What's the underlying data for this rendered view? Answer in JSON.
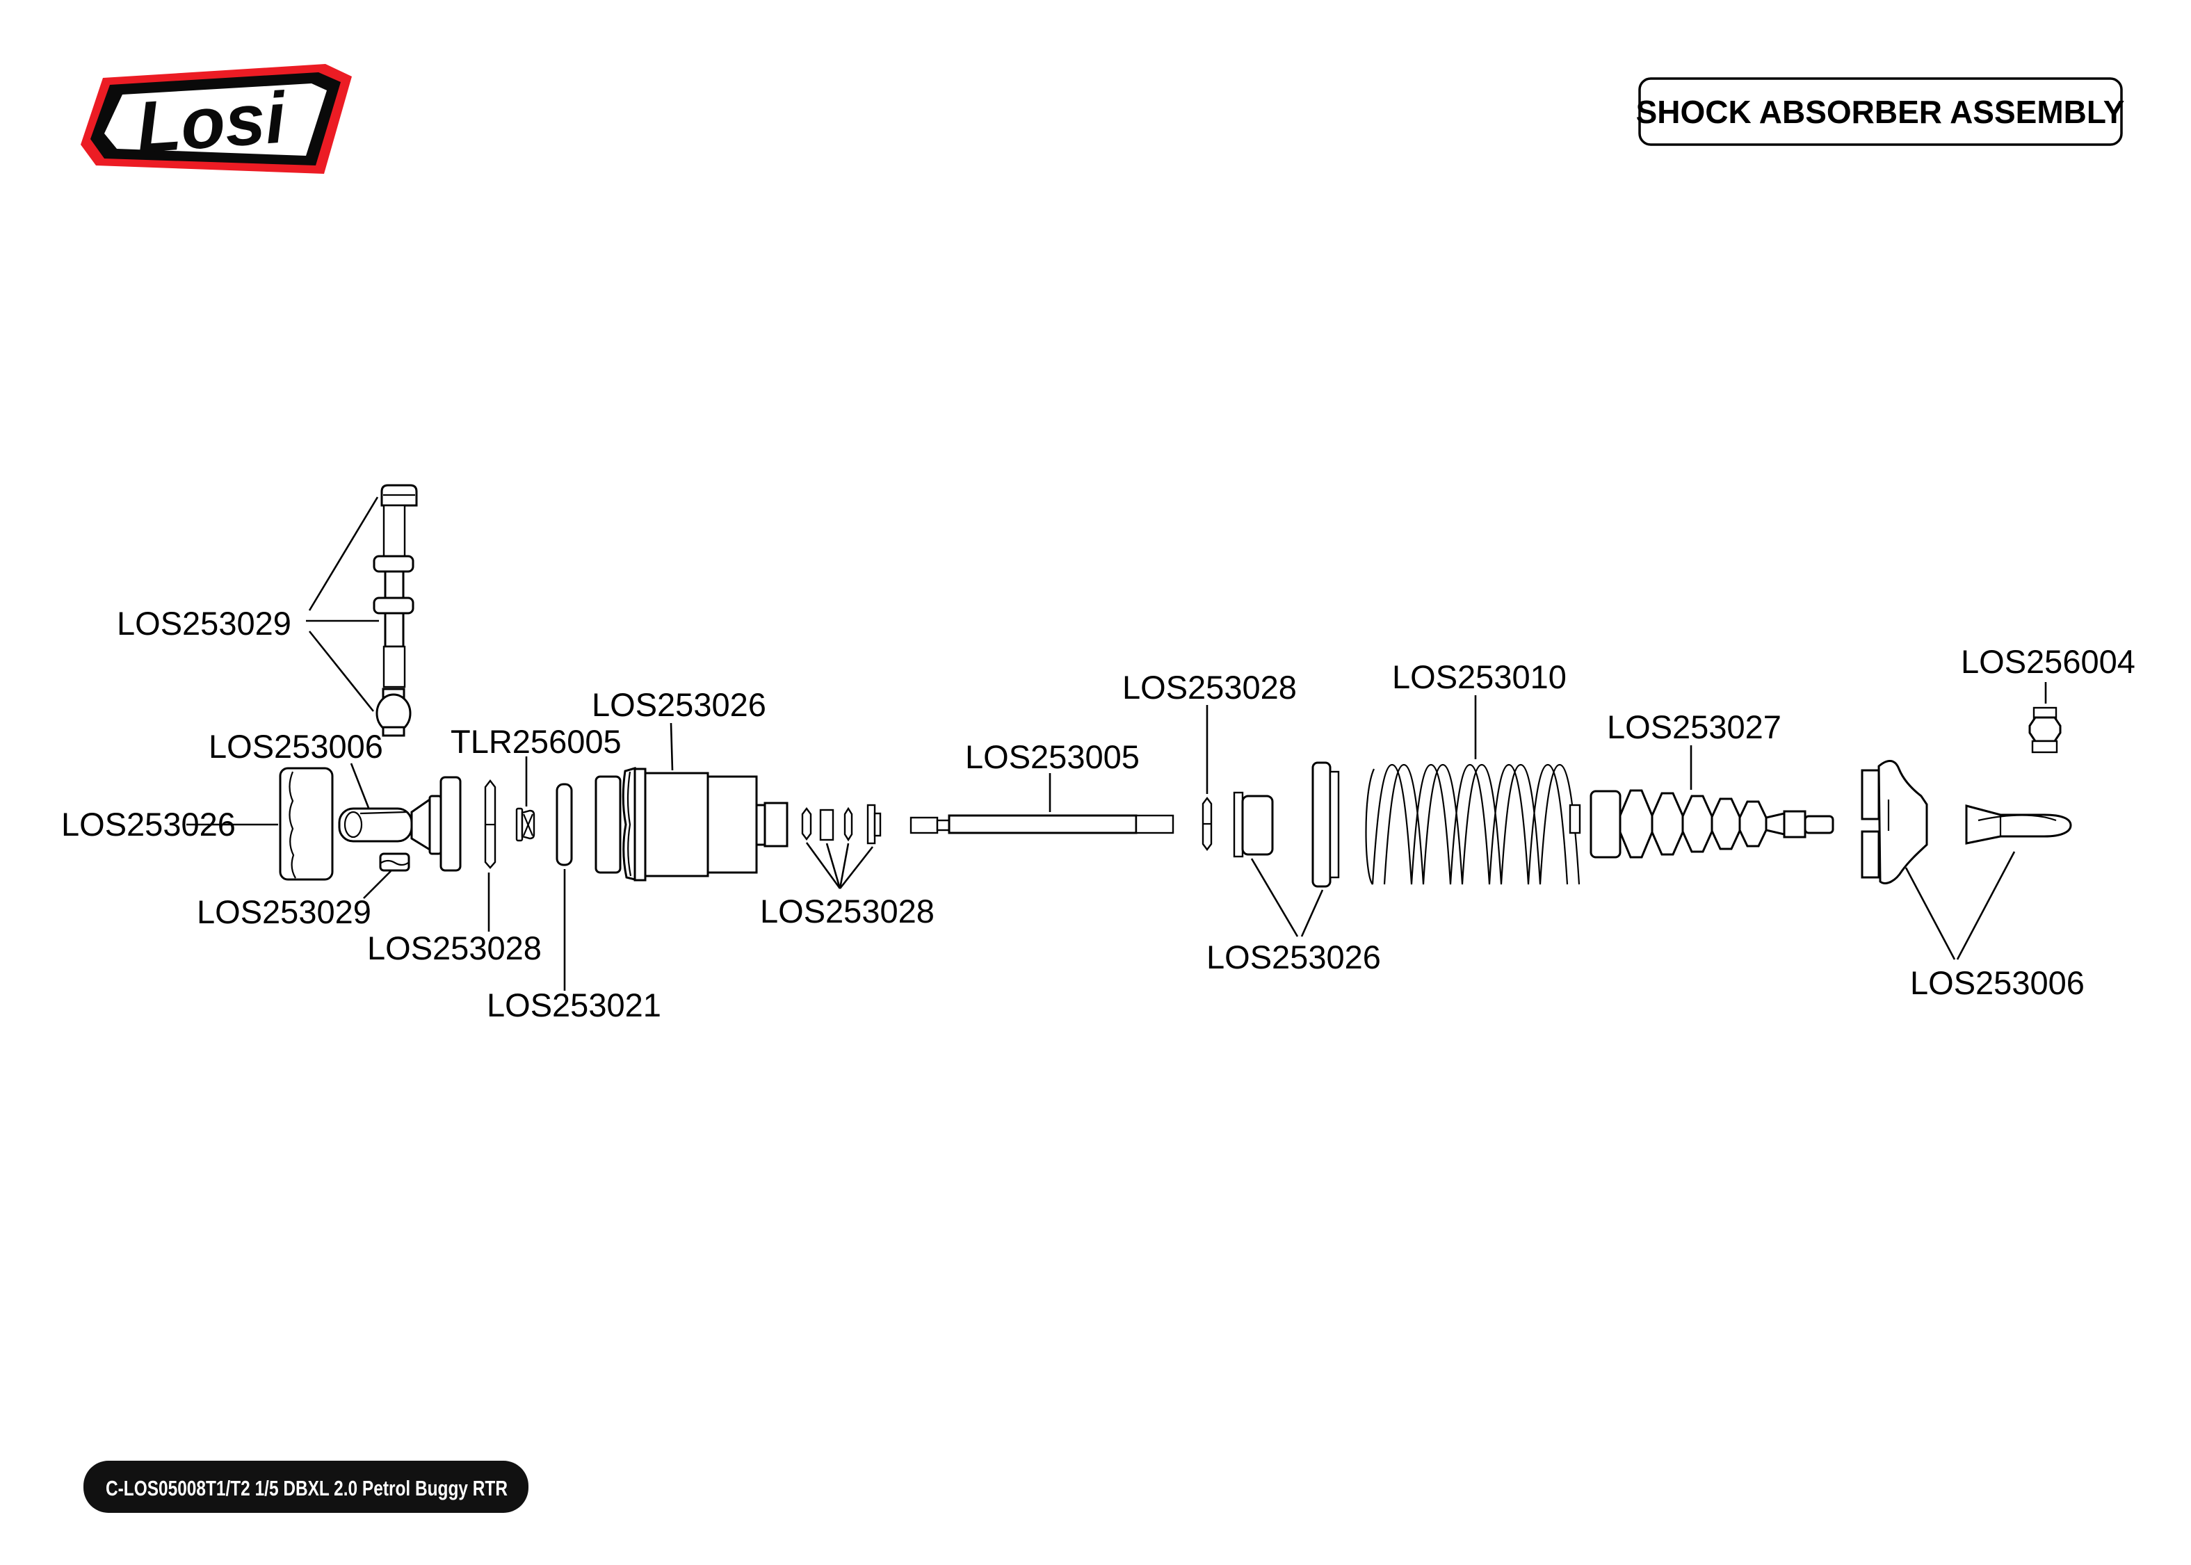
{
  "colors": {
    "ink": "#000000",
    "losi_red": "#ec1c24",
    "paper": "#ffffff"
  },
  "logo": {
    "text": "Losi"
  },
  "title_box": {
    "text": "SHOCK ABSORBER ASSEMBLY"
  },
  "footer_badge": {
    "text": "C-LOS05008T1/T2 1/5 DBXL 2.0 Petrol Buggy RTR"
  },
  "diagram": {
    "labels": [
      {
        "id": "ball-stud",
        "text": "LOS253029"
      },
      {
        "id": "rod-end-left",
        "text": "LOS253006"
      },
      {
        "id": "bump-cap-left",
        "text": "LOS253026"
      },
      {
        "id": "locknut-left",
        "text": "LOS253029"
      },
      {
        "id": "washer-left",
        "text": "LOS253028"
      },
      {
        "id": "flanged-nut",
        "text": "TLR256005"
      },
      {
        "id": "bladder",
        "text": "LOS253021"
      },
      {
        "id": "shock-body",
        "text": "LOS253026"
      },
      {
        "id": "piston-set",
        "text": "LOS253028"
      },
      {
        "id": "shock-shaft",
        "text": "LOS253005"
      },
      {
        "id": "washer-right",
        "text": "LOS253028"
      },
      {
        "id": "spring-collars",
        "text": "LOS253026"
      },
      {
        "id": "spring",
        "text": "LOS253010"
      },
      {
        "id": "shock-boot",
        "text": "LOS253027"
      },
      {
        "id": "ball-nut",
        "text": "LOS256004"
      },
      {
        "id": "rod-end-right",
        "text": "LOS253006"
      }
    ]
  }
}
